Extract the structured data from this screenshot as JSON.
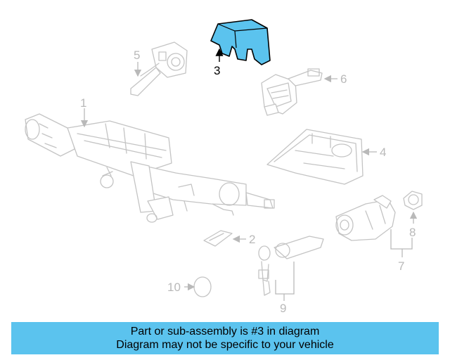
{
  "callouts": {
    "c1": "1",
    "c2": "2",
    "c3": "3",
    "c4": "4",
    "c5": "5",
    "c6": "6",
    "c7": "7",
    "c8": "8",
    "c9": "9",
    "c10": "10"
  },
  "banner": {
    "line1": "Part or sub-assembly is #3 in diagram",
    "line2": "Diagram may not be specific to your vehicle"
  },
  "colors": {
    "highlight_part": "#5bc3ee",
    "banner_bg": "#5bc3ee",
    "line_art": "#c4c4c4"
  }
}
